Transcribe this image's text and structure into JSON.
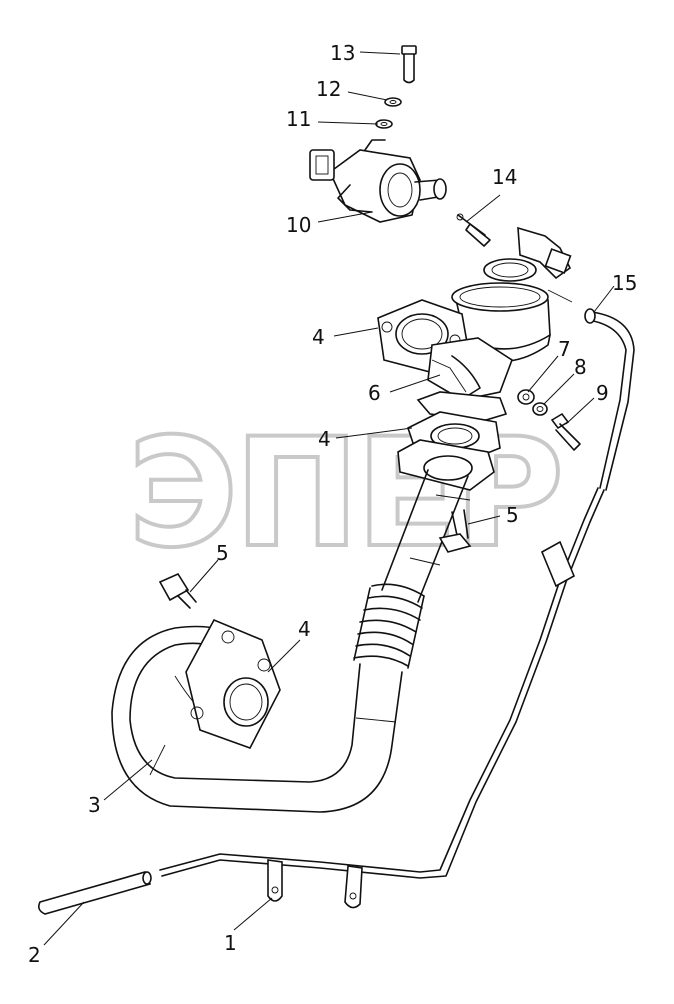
{
  "diagram": {
    "watermark": "ЭПЕР",
    "callouts": [
      {
        "id": "c13",
        "label": "13"
      },
      {
        "id": "c12",
        "label": "12"
      },
      {
        "id": "c11",
        "label": "11"
      },
      {
        "id": "c10",
        "label": "10"
      },
      {
        "id": "c14",
        "label": "14"
      },
      {
        "id": "c15",
        "label": "15"
      },
      {
        "id": "c4a",
        "label": "4"
      },
      {
        "id": "c6",
        "label": "6"
      },
      {
        "id": "c7",
        "label": "7"
      },
      {
        "id": "c8",
        "label": "8"
      },
      {
        "id": "c9",
        "label": "9"
      },
      {
        "id": "c4b",
        "label": "4"
      },
      {
        "id": "c5a",
        "label": "5"
      },
      {
        "id": "c5b",
        "label": "5"
      },
      {
        "id": "c4c",
        "label": "4"
      },
      {
        "id": "c3",
        "label": "3"
      },
      {
        "id": "c1",
        "label": "1"
      },
      {
        "id": "c2",
        "label": "2"
      }
    ]
  }
}
